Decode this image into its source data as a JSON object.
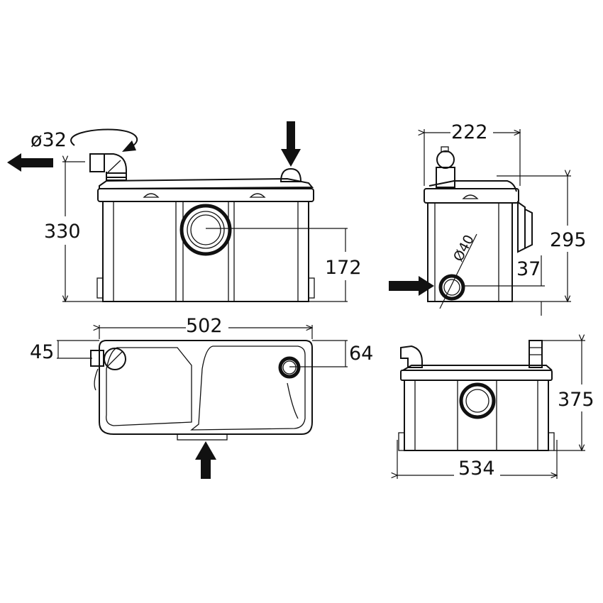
{
  "front_view": {
    "outlet_diameter": "ø32",
    "height_total": "330",
    "inlet_height": "172"
  },
  "top_view": {
    "width": "502",
    "left_offset": "45",
    "right_offset": "64"
  },
  "side_view": {
    "depth": "222",
    "height": "295",
    "inlet_height": "37",
    "inlet_diameter": "Ø40"
  },
  "rear_view": {
    "height": "375",
    "width": "534"
  }
}
